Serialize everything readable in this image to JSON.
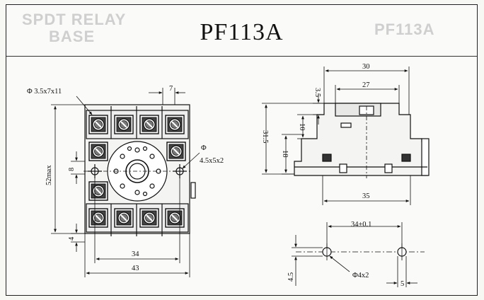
{
  "title": "PF113A",
  "ghost_text": {
    "left_line1": "SPDT RELAY",
    "left_line2": "BASE",
    "right": "PF113A"
  },
  "front_view": {
    "hole_label": "Φ 3.5x7x11",
    "screw_hole_label_top": "Φ",
    "screw_hole_label_bottom": "4.5x5x2",
    "dim_top": "7",
    "dim_width_inner": "34",
    "dim_width_outer": "43",
    "dim_height": "52max",
    "dim_center": "8",
    "dim_bottom": "4"
  },
  "side_view": {
    "dim_top_width": "30",
    "dim_inner_width": "27",
    "dim_bottom_width": "35",
    "dim_height": "31.5",
    "dim_rail": "18",
    "dim_top_small": "3.5",
    "dim_slot": "10"
  },
  "mount_view": {
    "dim_pitch": "34±0.1",
    "dim_hole": "Φ4x2",
    "dim_left": "4.5",
    "dim_right": "5"
  }
}
